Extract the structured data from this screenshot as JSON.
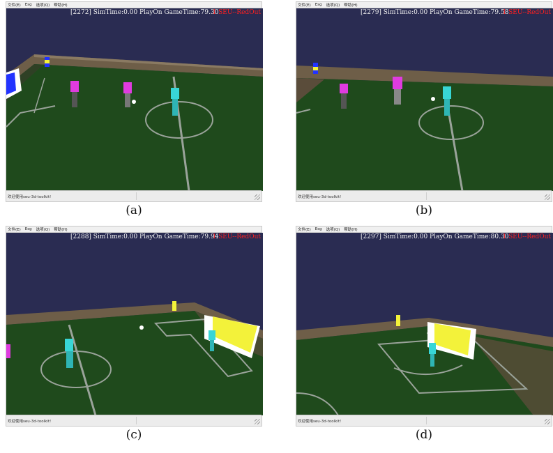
{
  "menu": [
    "文件(E)",
    "Esg",
    "选项(Q)",
    "帮助(H)"
  ],
  "status_text": "欢迎使用seu-3d-toolkit!",
  "colors": {
    "sky": "#2a2c52",
    "field": "#1f4a1c",
    "wall": "#6e5e48",
    "team_cyan": "#38d6d6",
    "team_magenta": "#e03be0",
    "goal_yellow": "#f3f23a",
    "score_red": "#ff2020",
    "team_blue": "#2233ff"
  },
  "panels": [
    {
      "id": "a",
      "caption": "(a)",
      "hud": {
        "left": "",
        "center": "[2272] SimTime:0.00 PlayOn GameTime:79.30",
        "right": "1 SEU--RedOut"
      }
    },
    {
      "id": "b",
      "caption": "(b)",
      "hud": {
        "left": "",
        "center": "[2279] SimTime:0.00 PlayOn GameTime:79.58",
        "right": "1 SEU--RedOut"
      }
    },
    {
      "id": "c",
      "caption": "(c)",
      "hud": {
        "left": "",
        "center": "[2288] SimTime:0.00 PlayOn GameTime:79.94",
        "right": "1 SEU--RedOut"
      }
    },
    {
      "id": "d",
      "caption": "(d)",
      "hud": {
        "left": "",
        "center": "[2297] SimTime:0.00 PlayOn GameTime:80.30",
        "right": "1 SEU--RedOut"
      }
    }
  ]
}
